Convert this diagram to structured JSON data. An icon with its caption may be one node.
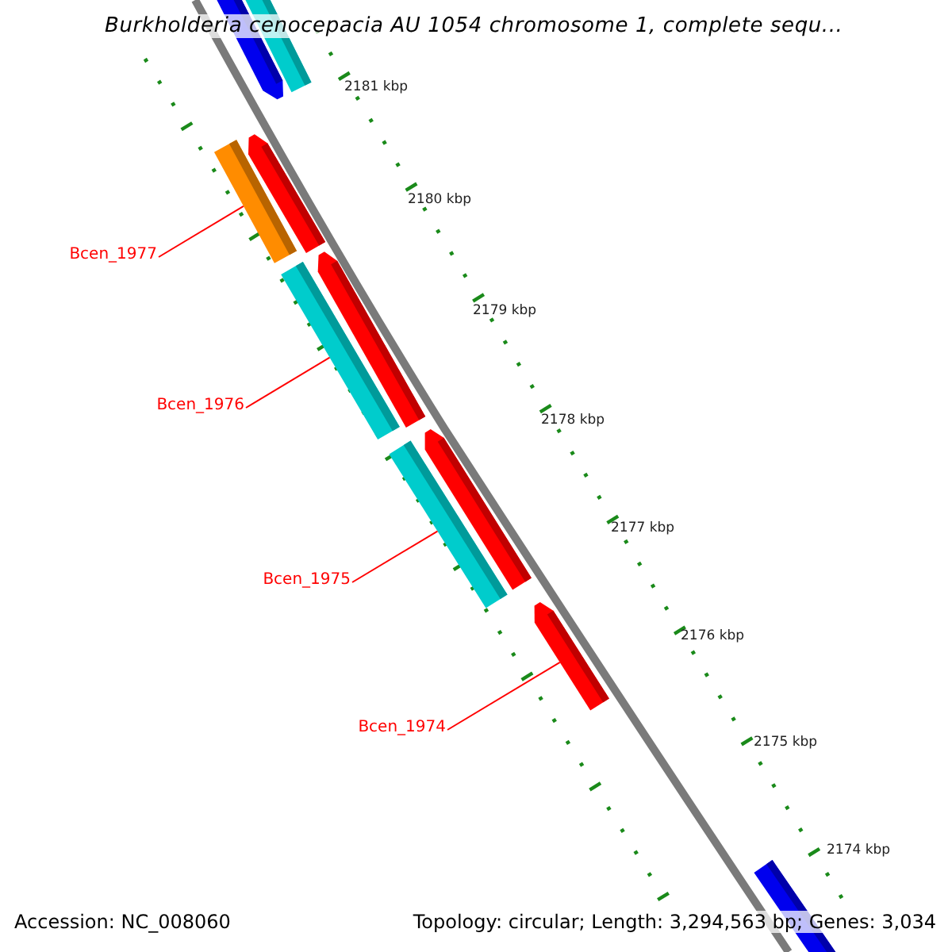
{
  "diagram": {
    "title": "Burkholderia cenocepacia AU 1054 chromosome 1, complete sequ...",
    "nodes": [
      {
        "text": [
          "Bcen_1977"
        ]
      },
      {
        "text": [
          "Bcen_1976"
        ]
      },
      {
        "text": [
          "Bcen_1975"
        ]
      },
      {
        "text": [
          "Bcen_1974"
        ]
      },
      {
        "text": [],
        "shape": "bar"
      },
      {
        "text": [],
        "shape": "bar"
      },
      {
        "text": [],
        "shape": "bar"
      },
      {
        "text": [],
        "shape": "bar"
      }
    ],
    "edges": [
      {
        "from": 0,
        "to": 4,
        "arrow": "none"
      },
      {
        "from": 1,
        "to": 5,
        "arrow": "none"
      },
      {
        "from": 2,
        "to": 6,
        "arrow": "none"
      },
      {
        "from": 3,
        "to": 7,
        "arrow": "none"
      }
    ],
    "labels": [
      "2181 kbp",
      "2180 kbp",
      "2179 kbp",
      "2178 kbp",
      "2177 kbp",
      "2176 kbp",
      "2175 kbp",
      "2174 kbp",
      "Accession: NC_008060",
      "Topology: circular; Length: 3,294,563 bp; Genes: 3,034"
    ]
  }
}
